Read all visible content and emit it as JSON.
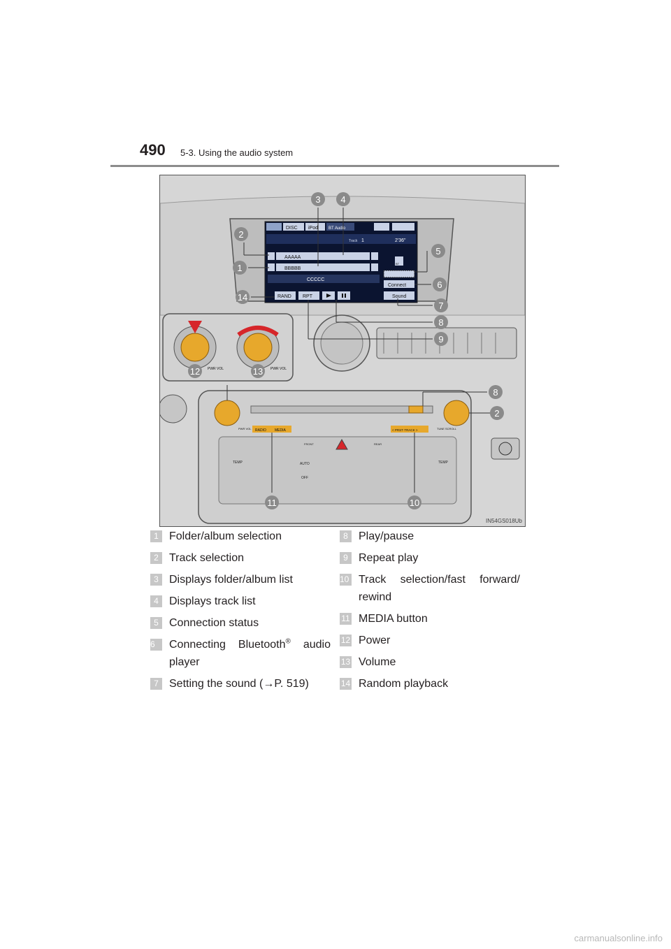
{
  "header": {
    "page_number": "490",
    "section": "5-3. Using the audio system"
  },
  "figure": {
    "code": "IN54GS018Ub",
    "screen": {
      "tab_disc": "DISC",
      "tab_ipod": "iPod",
      "tab_bt": "BT Audio",
      "track_label": "Track",
      "track_number": "1",
      "elapsed_time": "2'36\"",
      "row_1": "AAAAA",
      "row_2": "BBBBB",
      "row_3": "CCCCC",
      "connect_label": "Connect",
      "sound_label": "Sound",
      "rand_label": "RAND",
      "rpt_label": "RPT",
      "bt_label": "BT"
    },
    "panel": {
      "pwr_vol_label": "PWR VOL",
      "radio_label": "RADIO",
      "media_label": "MEDIA",
      "seek_track_label": "< PRST·TRACK >",
      "tune_scroll_label": "TUNE SCROLL",
      "temp_label": "TEMP",
      "auto_label": "AUTO",
      "off_label": "OFF",
      "front_label": "FRONT",
      "rear_label": "REAR"
    },
    "callouts": [
      "1",
      "2",
      "3",
      "4",
      "5",
      "6",
      "7",
      "8",
      "9",
      "10",
      "11",
      "12",
      "13",
      "14"
    ]
  },
  "legend_left": [
    {
      "num": "1",
      "text": "Folder/album selection"
    },
    {
      "num": "2",
      "text": "Track selection"
    },
    {
      "num": "3",
      "text": "Displays folder/album list"
    },
    {
      "num": "4",
      "text": "Displays track list"
    },
    {
      "num": "5",
      "text": "Connection status"
    },
    {
      "num": "6",
      "text": "Connecting Bluetooth",
      "sup": "®",
      "text_after": " audio player"
    },
    {
      "num": "7",
      "text": "Setting the sound (→P. 519)"
    }
  ],
  "legend_right": [
    {
      "num": "8",
      "text": "Play/pause"
    },
    {
      "num": "9",
      "text": "Repeat play"
    },
    {
      "num": "10",
      "text": "Track selection/fast forward/ rewind"
    },
    {
      "num": "11",
      "text": "MEDIA button"
    },
    {
      "num": "12",
      "text": "Power"
    },
    {
      "num": "13",
      "text": "Volume"
    },
    {
      "num": "14",
      "text": "Random playback"
    }
  ],
  "watermark": "carmanualsonline.info"
}
